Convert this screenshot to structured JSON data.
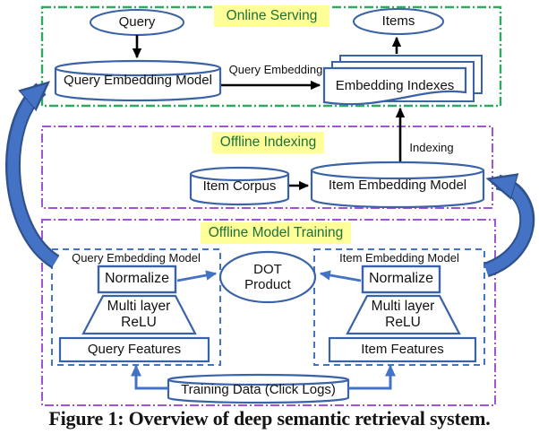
{
  "figure": {
    "caption": "Figure 1: Overview of deep semantic retrieval system."
  },
  "sections": {
    "online_serving": "Online Serving",
    "offline_indexing": "Offline Indexing",
    "offline_training": "Offline Model Training"
  },
  "nodes": {
    "query": "Query",
    "query_embedding_model": "Query Embedding Model",
    "items": "Items",
    "embedding_indexes": "Embedding Indexes",
    "item_corpus": "Item Corpus",
    "item_embedding_model": "Item Embedding Model",
    "training_query_model_label": "Query Embedding Model",
    "training_item_model_label": "Item Embedding Model",
    "normalize": "Normalize",
    "multilayer_relu": "Multi layer\nReLU",
    "dot_product": "DOT\nProduct",
    "query_features": "Query Features",
    "item_features": "Item Features",
    "training_data": "Training Data (Click Logs)"
  },
  "edges": {
    "query_embedding": "Query Embedding",
    "indexing": "Indexing"
  },
  "colors": {
    "shape_border_blue": "#3A62A8",
    "arrow_blue": "#4472C4",
    "arrow_blue_dark": "#2F528F",
    "section_green": "#2EAB60",
    "section_purple": "#A155D6",
    "label_bg_yellow": "#FFFF99",
    "label_text_green": "#1D7038",
    "arrow_black": "#000000"
  }
}
